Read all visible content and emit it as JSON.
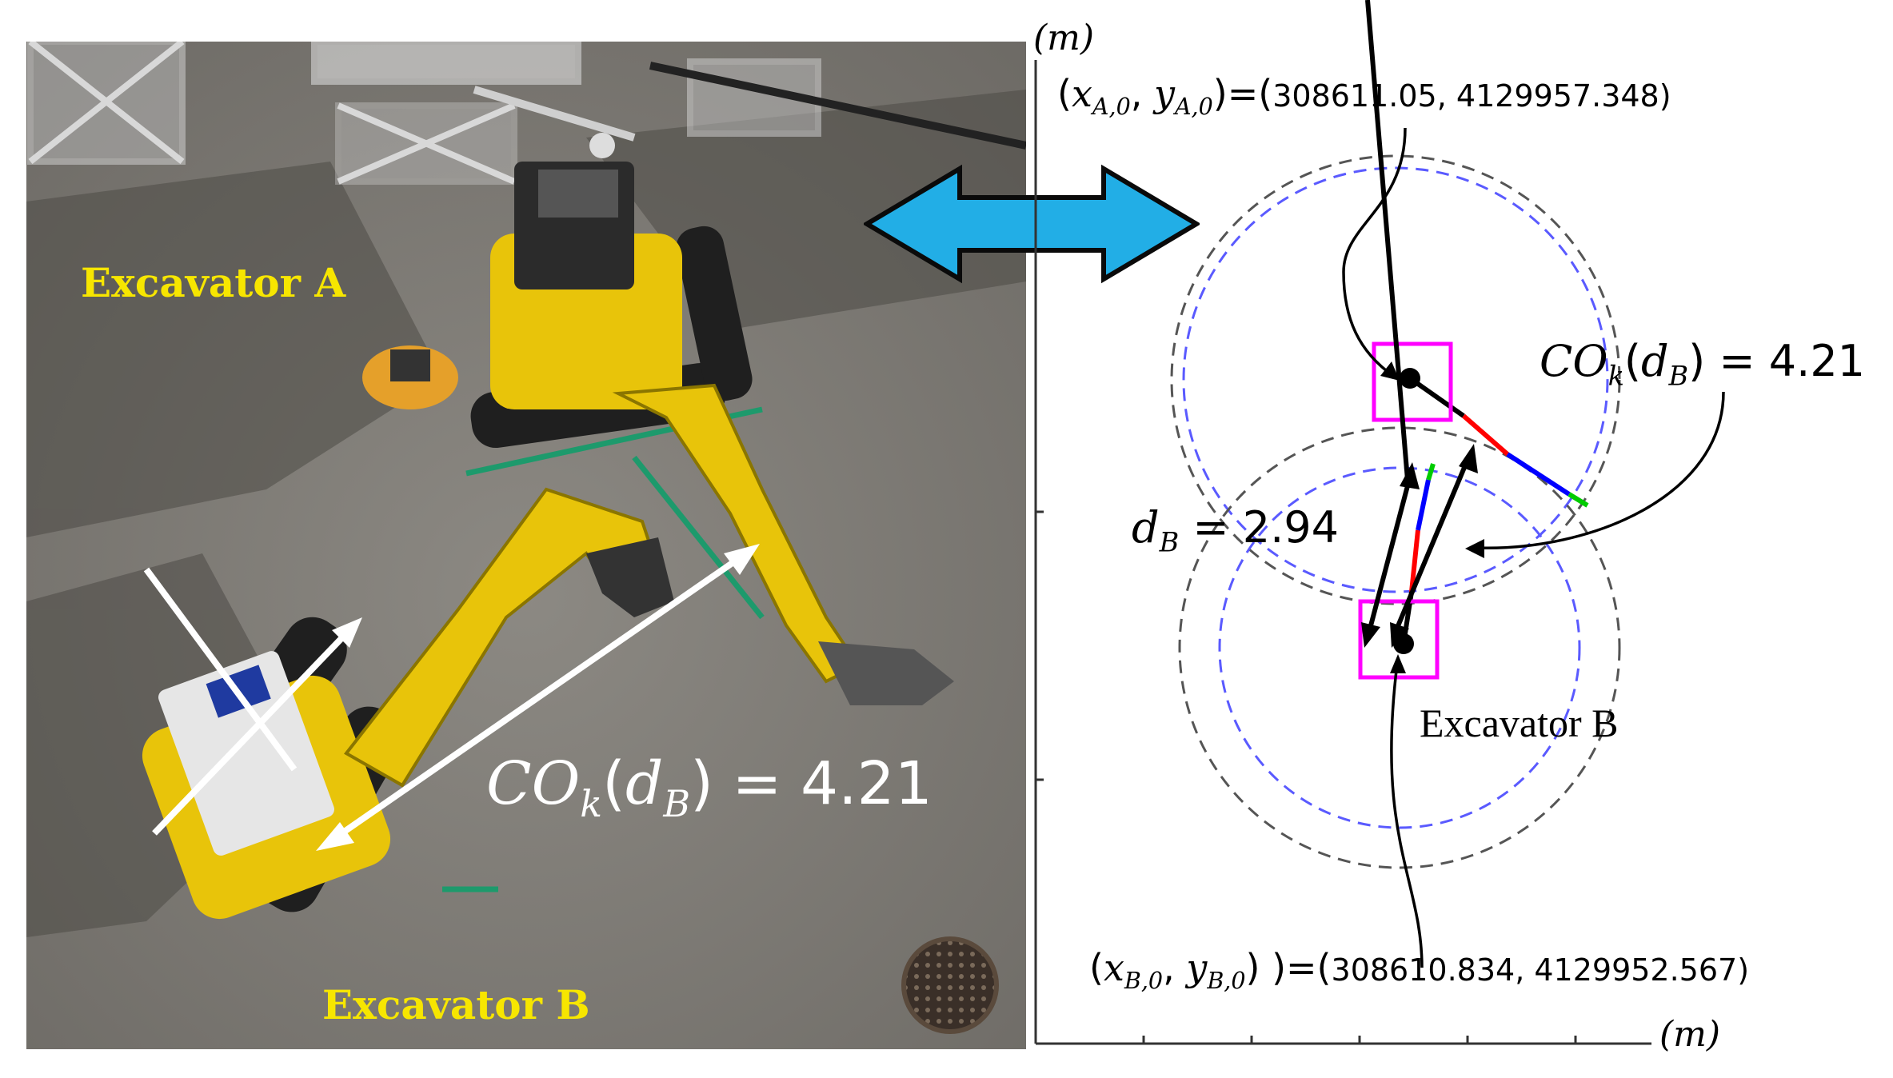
{
  "photo": {
    "label_excavator_a": "Excavator A",
    "label_excavator_b": "Excavator B",
    "overlay_metric": "CO",
    "overlay_metric_sub": "k",
    "overlay_arg": "d",
    "overlay_arg_sub": "B",
    "overlay_value": "4.21"
  },
  "diagram": {
    "y_axis_unit": "(m)",
    "x_axis_unit": "(m)",
    "point_a": {
      "x_symbol": "x",
      "x_sub": "A,0",
      "y_symbol": "y",
      "y_sub": "A,0",
      "x_value": "308611.05",
      "y_value": "4129957.348"
    },
    "point_b": {
      "x_symbol": "x",
      "x_sub": "B,0",
      "y_symbol": "y",
      "y_sub": "B,0",
      "x_value": "308610.834",
      "y_value": "4129952.567"
    },
    "collision": {
      "metric": "CO",
      "metric_sub": "k",
      "arg": "d",
      "arg_sub": "B",
      "value": "4.21"
    },
    "distance": {
      "symbol": "d",
      "sub": "B",
      "value": "2.94"
    },
    "label_excavator_b": "Excavator B"
  },
  "colors": {
    "arrow_fill": "#22aee6",
    "marker_box": "#ff00ff",
    "outer_circle": "#555555",
    "inner_circle": "#5a5aff",
    "label_yellow": "#f7e600",
    "link_black": "#000000",
    "link_red": "#ff0000",
    "link_blue": "#0000ff",
    "link_green": "#00cc00"
  }
}
